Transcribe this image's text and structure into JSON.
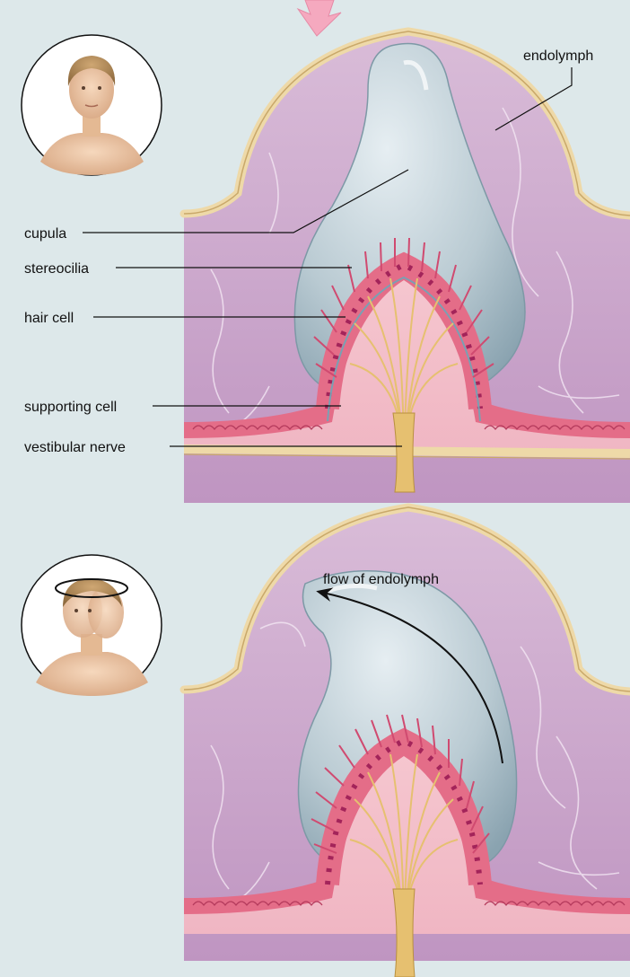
{
  "labels": {
    "endolymph": "endolymph",
    "cupula": "cupula",
    "stereocilia": "stereocilia",
    "hair_cell": "hair cell",
    "supporting_cell": "supporting cell",
    "vestibular_nerve": "vestibular nerve",
    "flow_of_endolymph": "flow of endolymph"
  },
  "panels": [
    {
      "state": "head at rest",
      "icon": "head-front-icon"
    },
    {
      "state": "head rotating",
      "icon": "head-rotating-icon"
    }
  ],
  "colors": {
    "background": "#dde8ea",
    "endolymph": "#c9a6c8",
    "cupula": "#b9cad2",
    "epithelium": "#e06b86",
    "nerve": "#e6c070",
    "capsule": "#eed9a8",
    "arrow": "#f5a9bf"
  }
}
